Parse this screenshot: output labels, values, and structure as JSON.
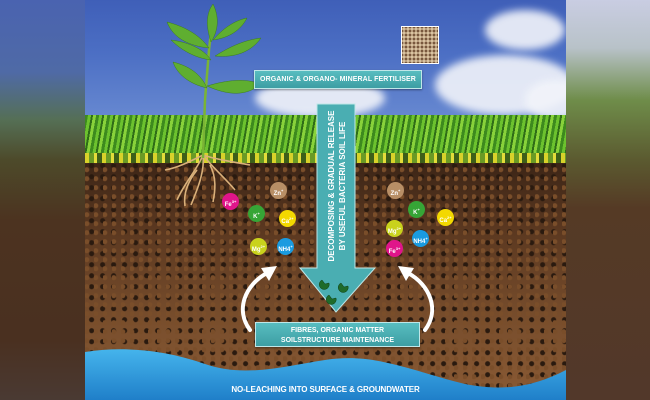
{
  "title": "Organic fertiliser nutrient cycle diagram",
  "fertiliser_label": "ORGANIC & ORGANO- MINERAL FERTILISER",
  "process_label_line1": "DECOMPOSING & GRADUAL RELEASE",
  "process_label_line2": "BY USEFUL BACTERIA SOIL LIFE",
  "soil_box_line1": "FIBRES, ORGANIC MATTER",
  "soil_box_line2": "SOILSTRUCTURE MAINTENANCE",
  "water_caption": "NO-LEACHING INTO SURFACE & GROUNDWATER",
  "colors": {
    "teal": "#4aaeb2",
    "water": "#2b8fd6",
    "fe": "#e0158a",
    "k": "#36a536",
    "zn": "#b88f66",
    "ca": "#f3d800",
    "mg": "#c9d21c",
    "nh4": "#1a9be0",
    "bacteria": "#1e6b2a"
  },
  "ions_left": [
    {
      "symbol": "Fe",
      "charge": "3+",
      "color_key": "fe"
    },
    {
      "symbol": "K",
      "charge": "+",
      "color_key": "k"
    },
    {
      "symbol": "Zn",
      "charge": "+",
      "color_key": "zn"
    },
    {
      "symbol": "Ca",
      "charge": "2+",
      "color_key": "ca"
    },
    {
      "symbol": "Mg",
      "charge": "2+",
      "color_key": "mg"
    },
    {
      "symbol": "NH4",
      "charge": "+",
      "color_key": "nh4"
    }
  ],
  "ions_right": [
    {
      "symbol": "Zn",
      "charge": "+",
      "color_key": "zn"
    },
    {
      "symbol": "Mg",
      "charge": "2+",
      "color_key": "mg"
    },
    {
      "symbol": "K",
      "charge": "+",
      "color_key": "k"
    },
    {
      "symbol": "Ca",
      "charge": "2+",
      "color_key": "ca"
    },
    {
      "symbol": "NH4",
      "charge": "+",
      "color_key": "nh4"
    },
    {
      "symbol": "Fe",
      "charge": "3+",
      "color_key": "fe"
    }
  ]
}
